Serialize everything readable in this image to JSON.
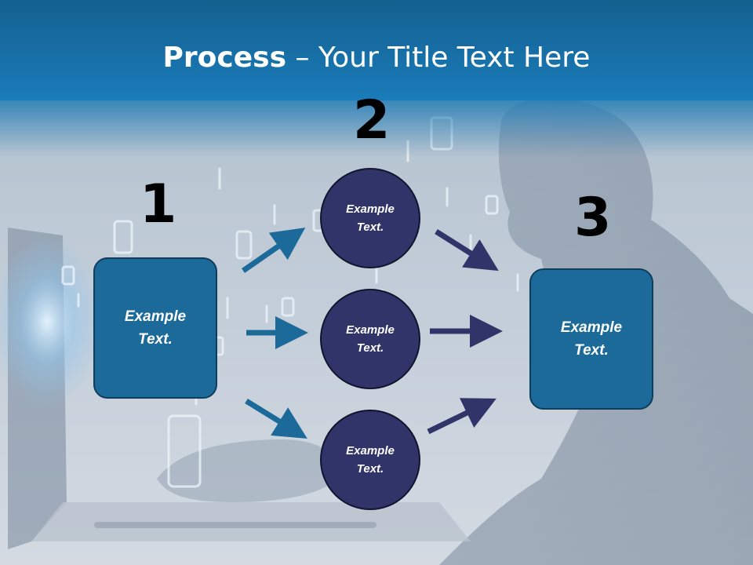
{
  "slide": {
    "title_bold": "Process",
    "title_rest": " – Your Title Text Here"
  },
  "steps": {
    "step1_number": "1",
    "step2_number": "2",
    "step3_number": "3"
  },
  "shapes": {
    "left_box": "Example Text.",
    "circle_top": "Example Text.",
    "circle_middle": "Example Text.",
    "circle_bottom": "Example Text.",
    "right_box": "Example Text."
  },
  "colors": {
    "header": "#1b7cba",
    "box_fill": "#1c6a99",
    "circle_fill": "#313468",
    "arrow_left": "#1c6a99",
    "arrow_right": "#313468"
  }
}
